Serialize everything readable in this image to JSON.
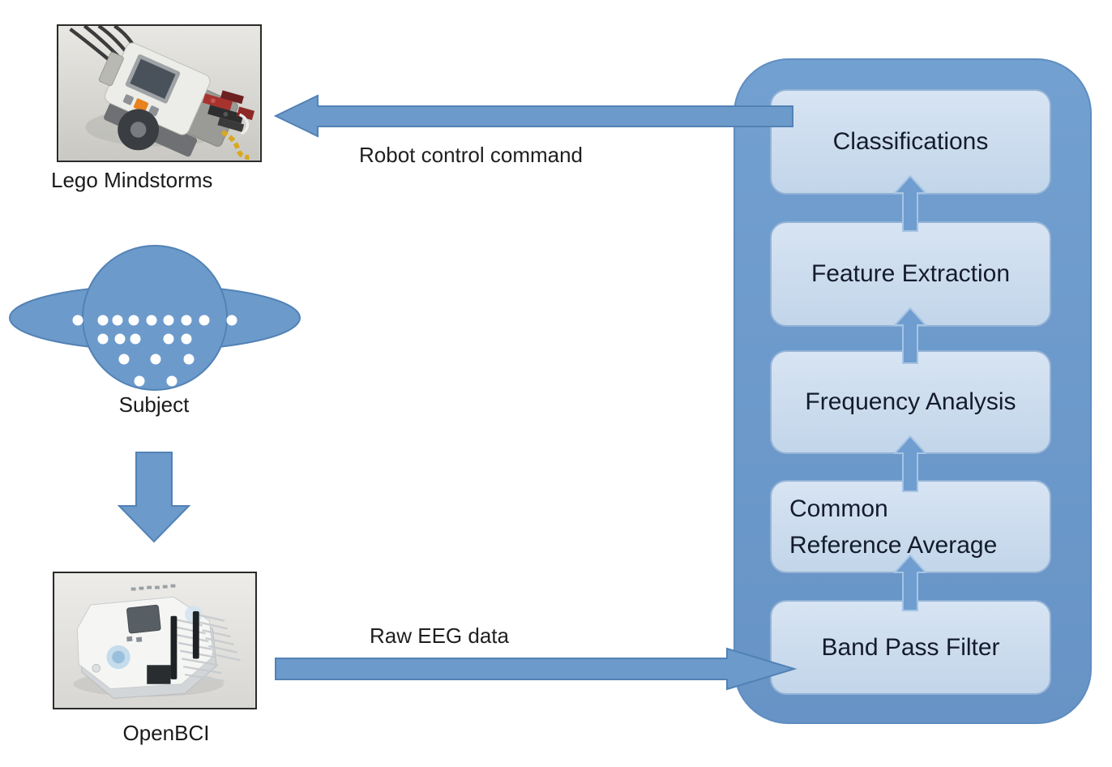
{
  "nodes": {
    "lego": {
      "label": "Lego Mindstorms"
    },
    "subject": {
      "label": "Subject"
    },
    "openbci": {
      "label": "OpenBCI"
    }
  },
  "arrows": {
    "robot_control": {
      "label": "Robot control command",
      "direction": "left"
    },
    "raw_eeg": {
      "label": "Raw EEG data",
      "direction": "right"
    },
    "subject_to_openbci": {
      "direction": "down"
    },
    "pipeline_steps": {
      "direction": "up"
    }
  },
  "pipeline": {
    "boxes": [
      {
        "label": "Classifications"
      },
      {
        "label": "Feature Extraction"
      },
      {
        "label": "Frequency Analysis"
      },
      {
        "label": "Common Reference Average",
        "lines": [
          "Common",
          "Reference Average"
        ]
      },
      {
        "label": "Band Pass Filter"
      }
    ]
  },
  "icons": {
    "subject_head": "top-view-head-with-eeg-electrodes",
    "lego_photo": "lego-mindstorms-robot-photo",
    "openbci_photo": "openbci-circuit-board-photo",
    "down_arrow": "↓",
    "left_arrow": "←",
    "right_arrow": "→",
    "up_arrow": "↑"
  },
  "colors": {
    "shape_fill": "#6C9ACB",
    "shape_stroke": "#5282B5",
    "container_fill": "#6C99CB",
    "box_fill": "#C9DCEF",
    "box_stroke": "#93B2D6",
    "box_text": "#141C2C",
    "label_text": "#1A1A1A",
    "background": "#FFFFFF"
  }
}
